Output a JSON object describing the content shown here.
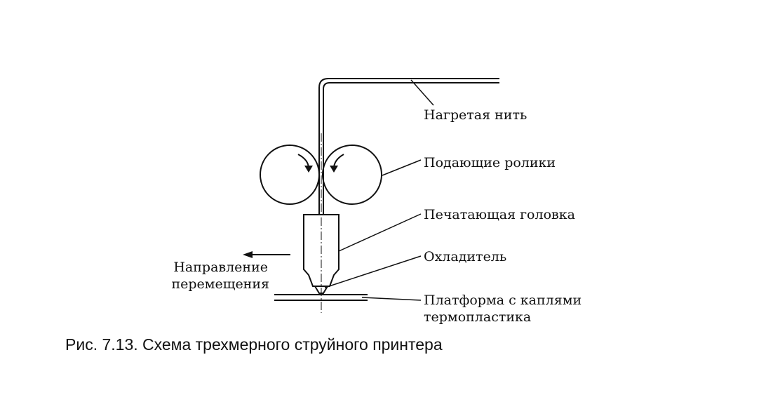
{
  "labels": {
    "heated_filament": "Нагретая нить",
    "feed_rollers": "Подающие ролики",
    "print_head": "Печатающая головка",
    "cooler": "Охладитель",
    "platform_line1": "Платформа с каплями",
    "platform_line2": "термопластика",
    "direction_line1": "Направление",
    "direction_line2": "перемещения"
  },
  "caption": "Рис. 7.13. Схема трехмерного струйного принтера",
  "colors": {
    "ink": "#111111",
    "background": "#ffffff"
  }
}
